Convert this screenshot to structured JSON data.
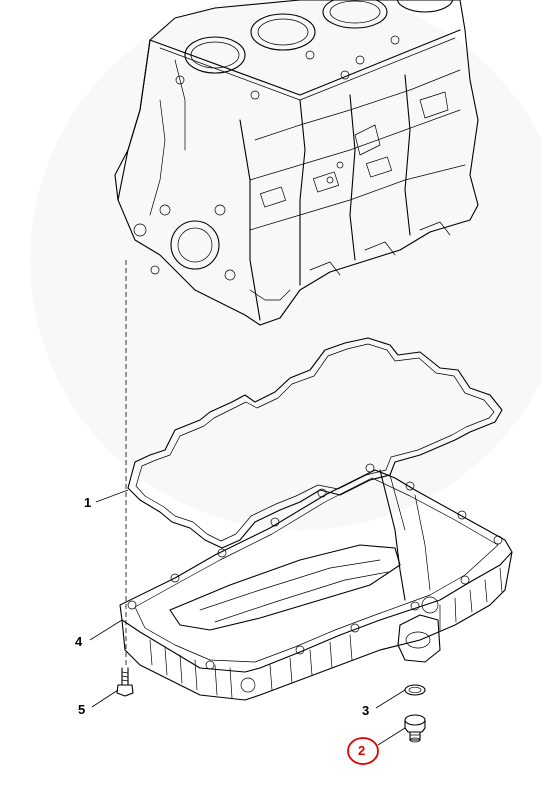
{
  "callouts": {
    "item_1": "1",
    "item_2": "2",
    "item_3": "3",
    "item_4": "4",
    "item_5": "5"
  },
  "highlight": {
    "item": "2",
    "color": "#e00000"
  }
}
